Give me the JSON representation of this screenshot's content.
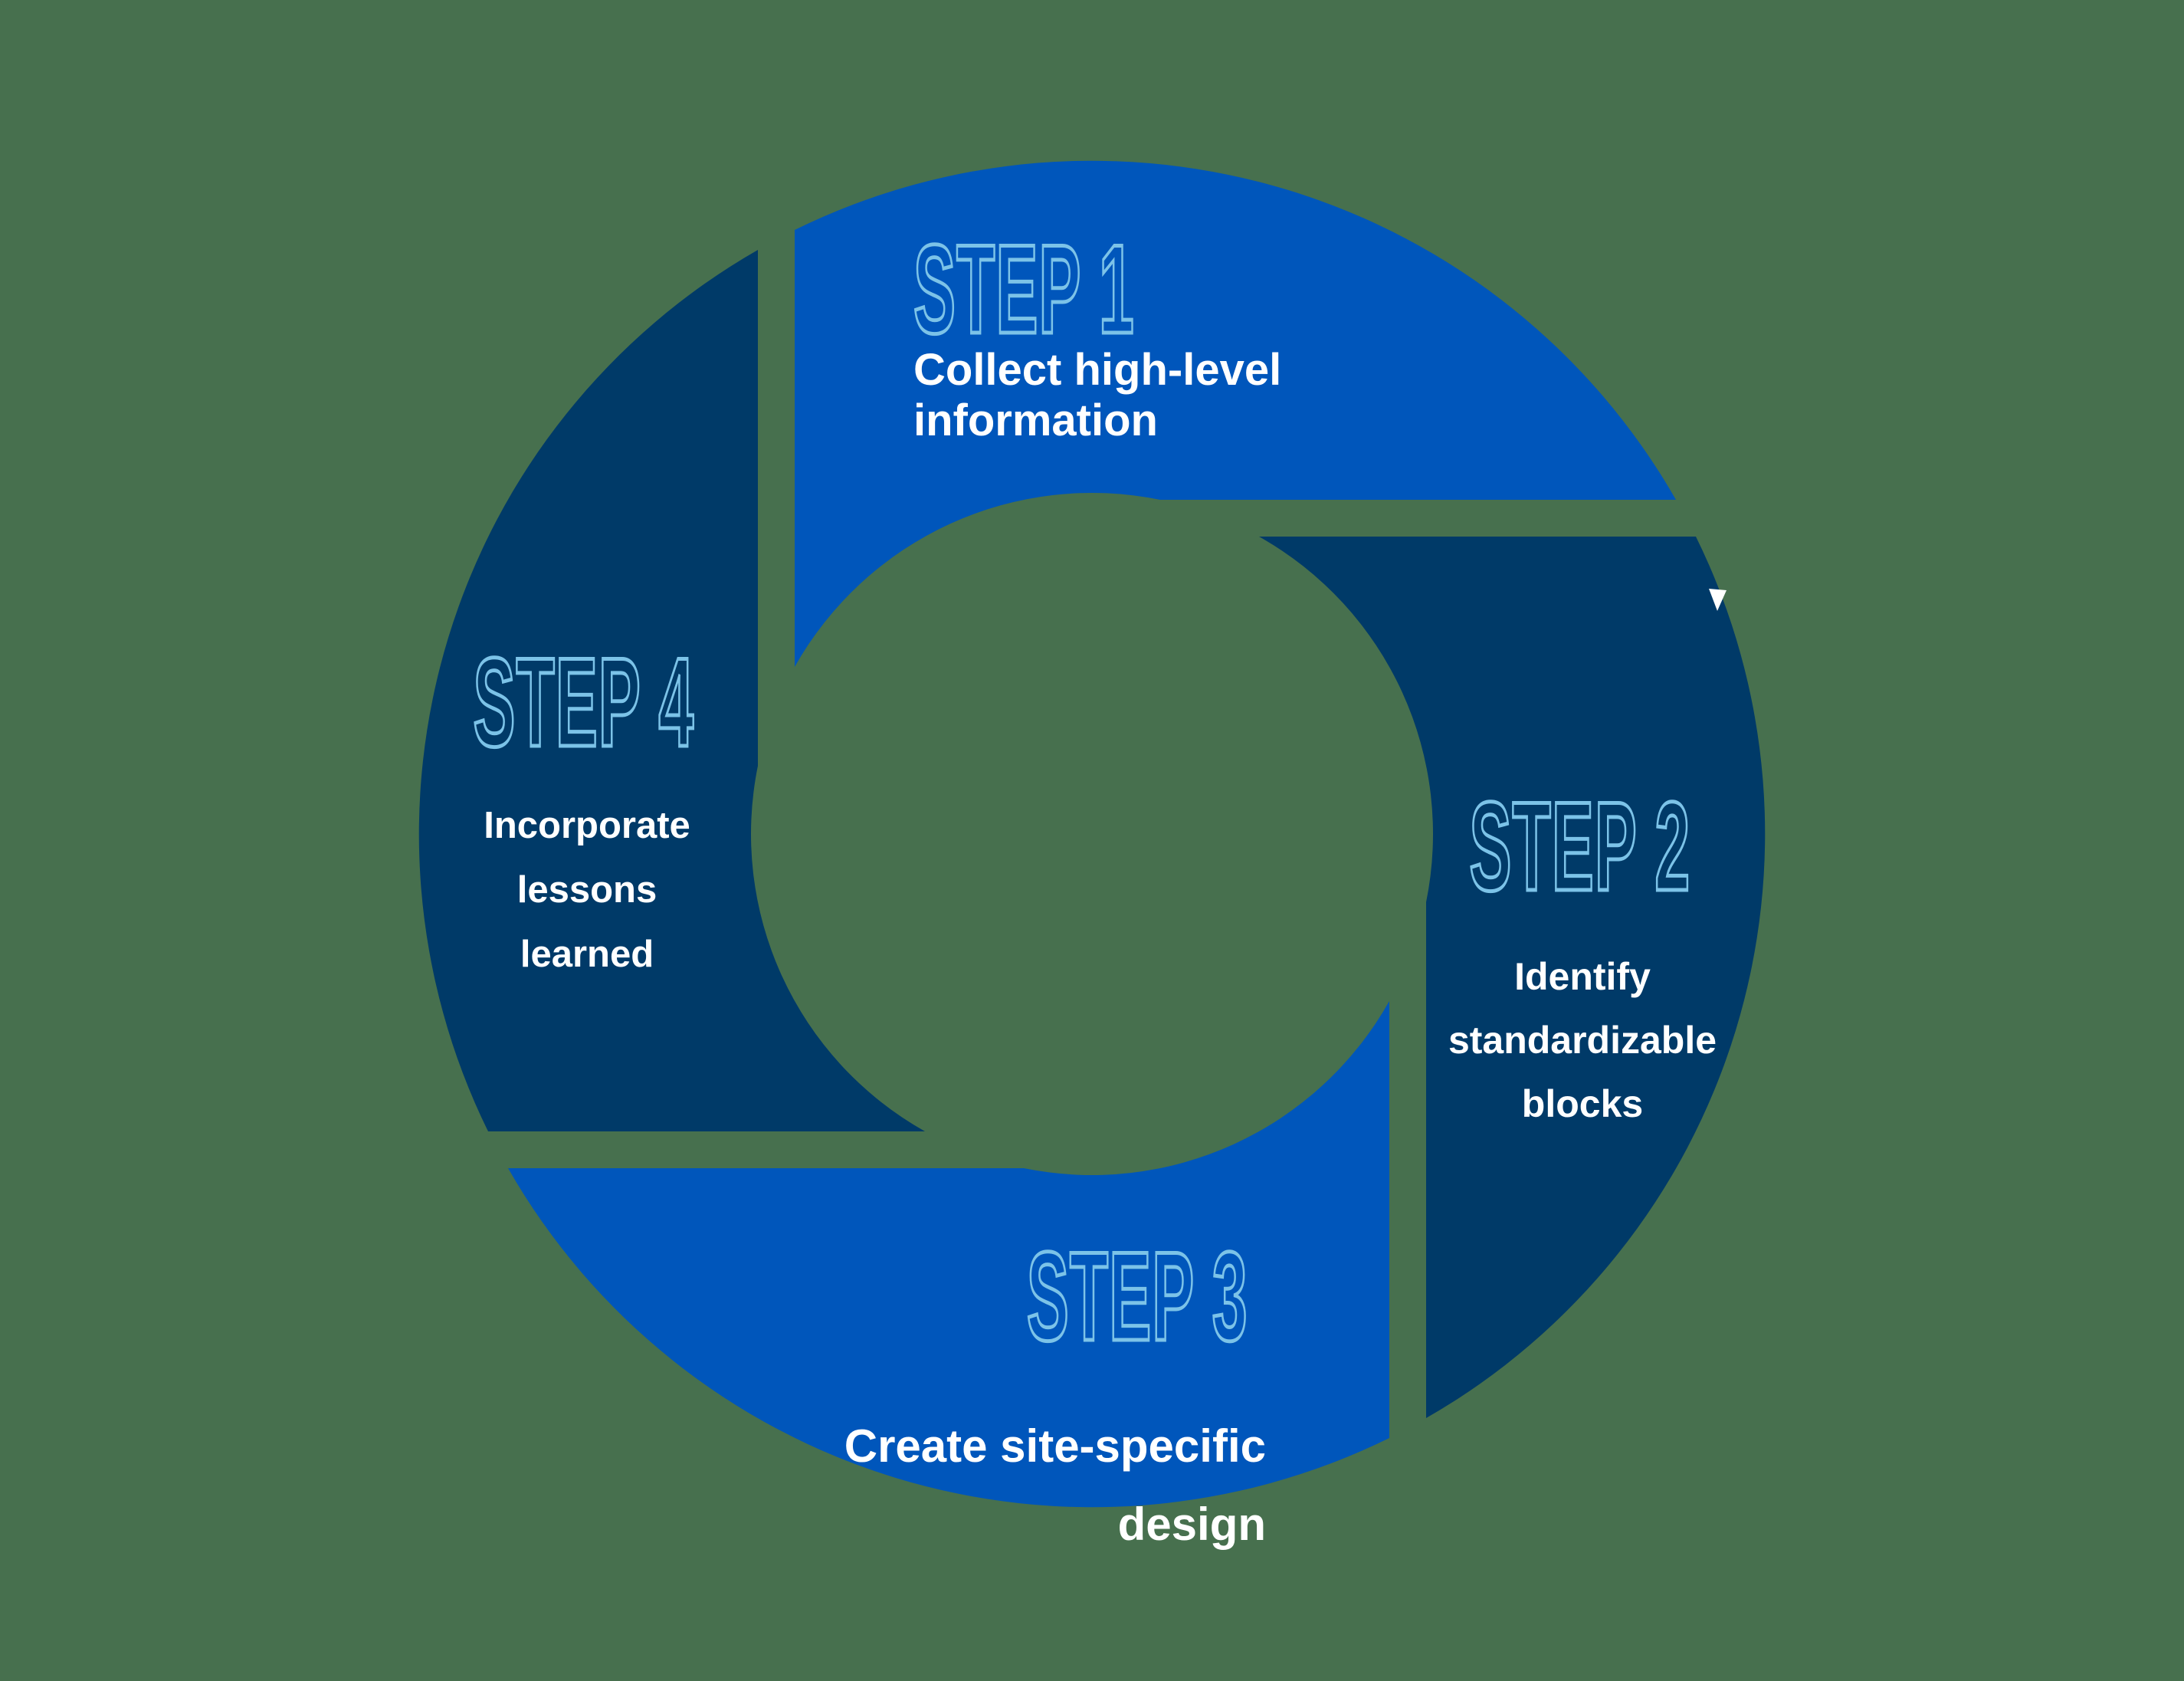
{
  "diagram": {
    "type": "cycle",
    "background_color": "#47704E",
    "heading_outline_color": "#7CC3E8",
    "body_text_color": "#FFFFFF",
    "notch_color": "#FFFFFF",
    "steps": [
      {
        "label": "STEP 1",
        "color": "#0056BB",
        "lines": [
          "Collect high-level",
          "information"
        ]
      },
      {
        "label": "STEP 2",
        "color": "#003A68",
        "lines": [
          "Identify",
          "standardizable",
          "blocks"
        ]
      },
      {
        "label": "STEP 3",
        "color": "#0056BB",
        "lines": [
          "Create site-specific",
          "design"
        ]
      },
      {
        "label": "STEP 4",
        "color": "#003A68",
        "lines": [
          "Incorporate",
          "lessons",
          "learned"
        ]
      }
    ]
  }
}
